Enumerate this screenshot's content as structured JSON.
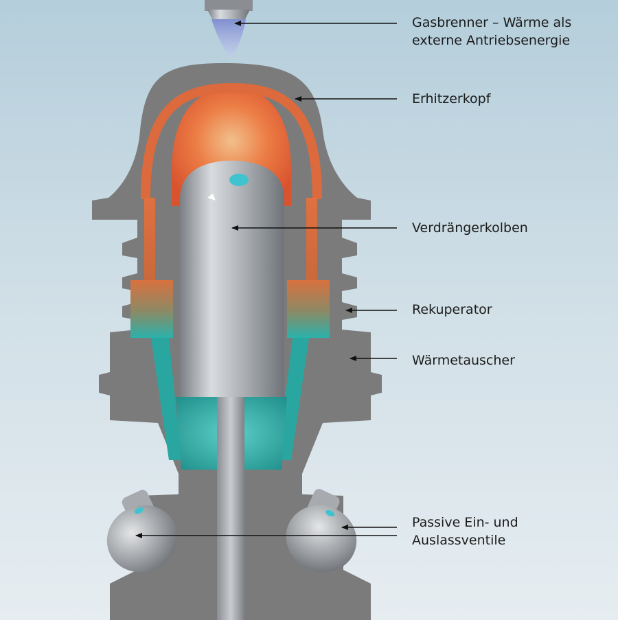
{
  "labels": {
    "gasbrenner": [
      "Gasbrenner – Wärme als",
      "externe Antriebsenergie"
    ],
    "erhitzerkopf": "Erhitzerkopf",
    "verdraengerkolben": "Verdrängerkolben",
    "rekuperator": "Rekuperator",
    "waermetauscher": "Wärmetauscher",
    "ventile": [
      "Passive Ein- und",
      "Auslassventile"
    ]
  },
  "colors": {
    "housing": "#7b7b7b",
    "hot_gas": "#e0673a",
    "cold_gas": "#2fb3ad",
    "piston": "#b8bcc0",
    "flame": "#8fa0d6"
  }
}
